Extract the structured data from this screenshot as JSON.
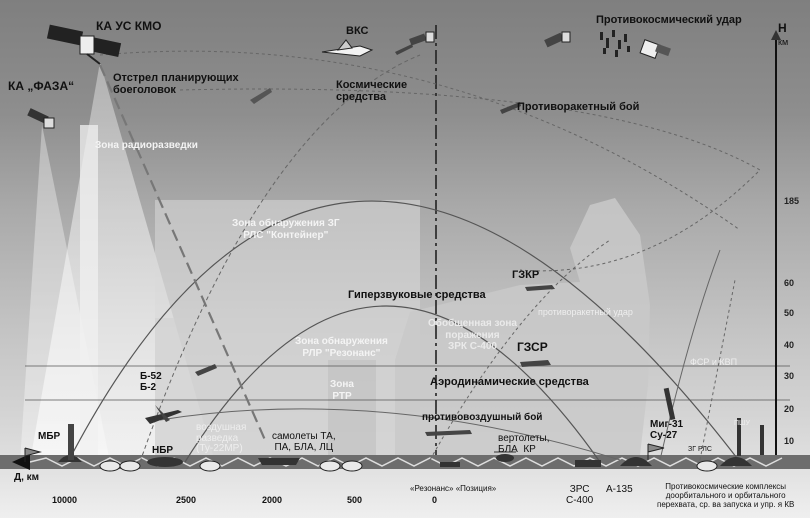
{
  "labels": {
    "ka_us_kmo": "КА УС КМО",
    "ka_faza": "КА „ФАЗА“",
    "otstrel": "Отстрел планирующих\nбоеголовок",
    "vks": "ВКС",
    "kosmicheskie": "Космические\nсредства",
    "protivokosm_udar": "Противокосмический удар",
    "protivoraket_boy": "Противоракетный бой",
    "gzkr": "ГЗКР",
    "gzsr": "ГЗСР",
    "giperzvuk": "Гиперзвуковые средства",
    "aerodin": "Аэродинамические средства",
    "protivovozd": "противовоздушный бой",
    "protivoraket_udar": "противоракетный удар",
    "fsr_kvp": "ФСР и КВП",
    "b52": "Б-52\nБ-2",
    "mbr": "МБР",
    "nbr": "НБР",
    "vozd_razv": "воздушная\nразведка\n(Ту-22МР)",
    "samolety": "самолеты ТА,\nПА, БЛА, ЛЦ",
    "vertolety": "вертолеты,\nБЛА  КР",
    "mig31": "Миг-31\nСу-27",
    "zg_rls": "ЗГ РЛС",
    "pshu": "ПШУ"
  },
  "zones": {
    "radio_razv": "Зона радиоразведки",
    "obnar_zg": "Зона обнаружения ЗГ\nРЛС \"Контейнер\"",
    "obnar_rlr": "Зона обнаружения\nРЛР \"Резонанс\"",
    "rtr": "Зона\nРТР",
    "obobsch": "Обобщенная зона\nпоражения\nЗРК С-400"
  },
  "axis": {
    "h_label": "H",
    "h_unit": "км",
    "h_ticks": [
      "185",
      "60",
      "50",
      "40",
      "30",
      "20",
      "10"
    ],
    "d_label": "Д, км",
    "d_ticks": [
      "10000",
      "2500",
      "2000",
      "500",
      "0"
    ]
  },
  "bottom": {
    "rezonans_poz": "«Резонанс»  «Позиция»",
    "zrs": "ЗРС\nС-400",
    "a135": "А-135",
    "komplexy": "Противокосмические комплексы\nдоорбитального и орбитального\nперехвата, ср. ва запуска и упр. я КВ"
  }
}
